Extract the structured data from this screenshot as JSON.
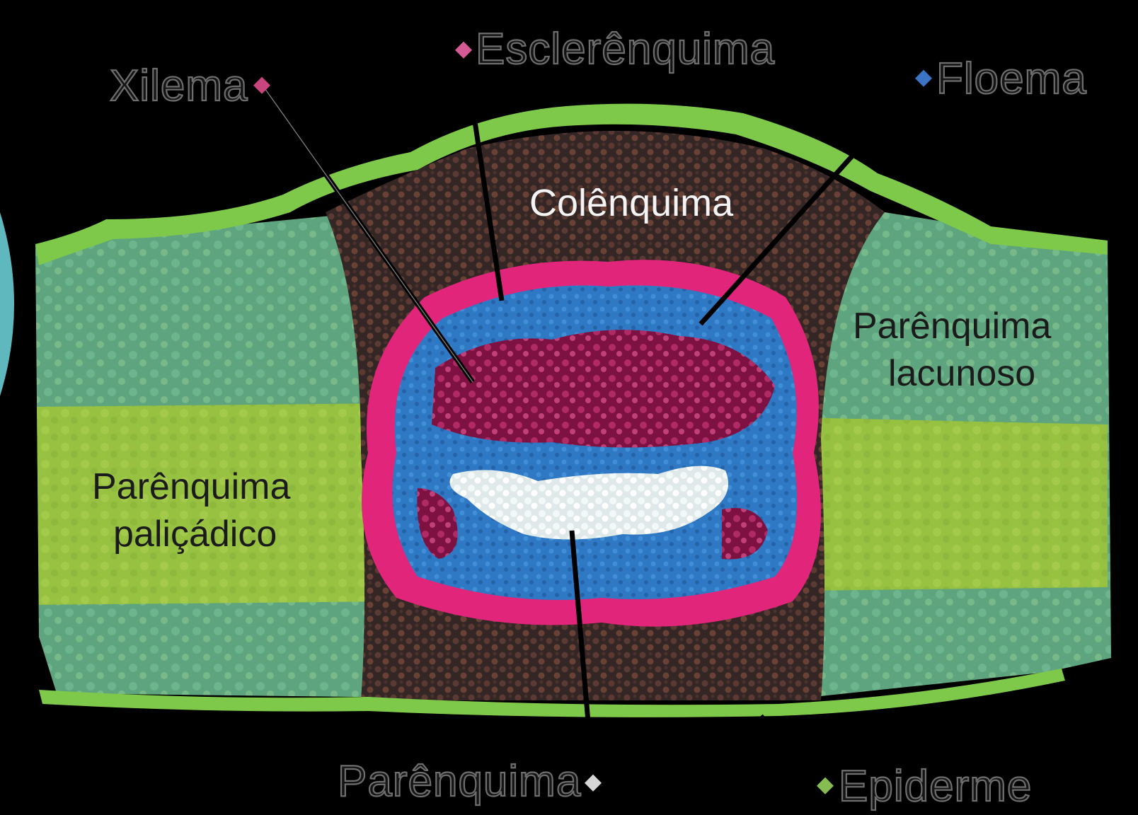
{
  "labels": {
    "colenquima": "Colênquima",
    "parenquima_lacunoso_1": "Parênquima",
    "parenquima_lacunoso_2": "lacunoso",
    "parenquima_palicadico_1": "Parênquima",
    "parenquima_palicadico_2": "paliçádico",
    "xilema": "Xilema",
    "esclerenquima": "Esclerênquima",
    "floema": "Floema",
    "parenquima": "Parênquima",
    "epiderme": "Epiderme"
  },
  "colors": {
    "background": "#000000",
    "epidermis": "#7ec84a",
    "spongy_parenchyma": "#5aa57f",
    "palisade_parenchyma": "#9cc23c",
    "collenchyma": "#3c2a28",
    "sclerenchyma": "#e0257a",
    "phloem": "#2f79c2",
    "xylem": "#8a1347",
    "central_parenchyma": "#e6efef",
    "marker_xilema": "#c9457e",
    "marker_esclerenquima": "#d65a93",
    "marker_floema": "#3b74c4",
    "marker_parenquima": "#d6d6d6",
    "marker_epiderme": "#86bc52"
  }
}
